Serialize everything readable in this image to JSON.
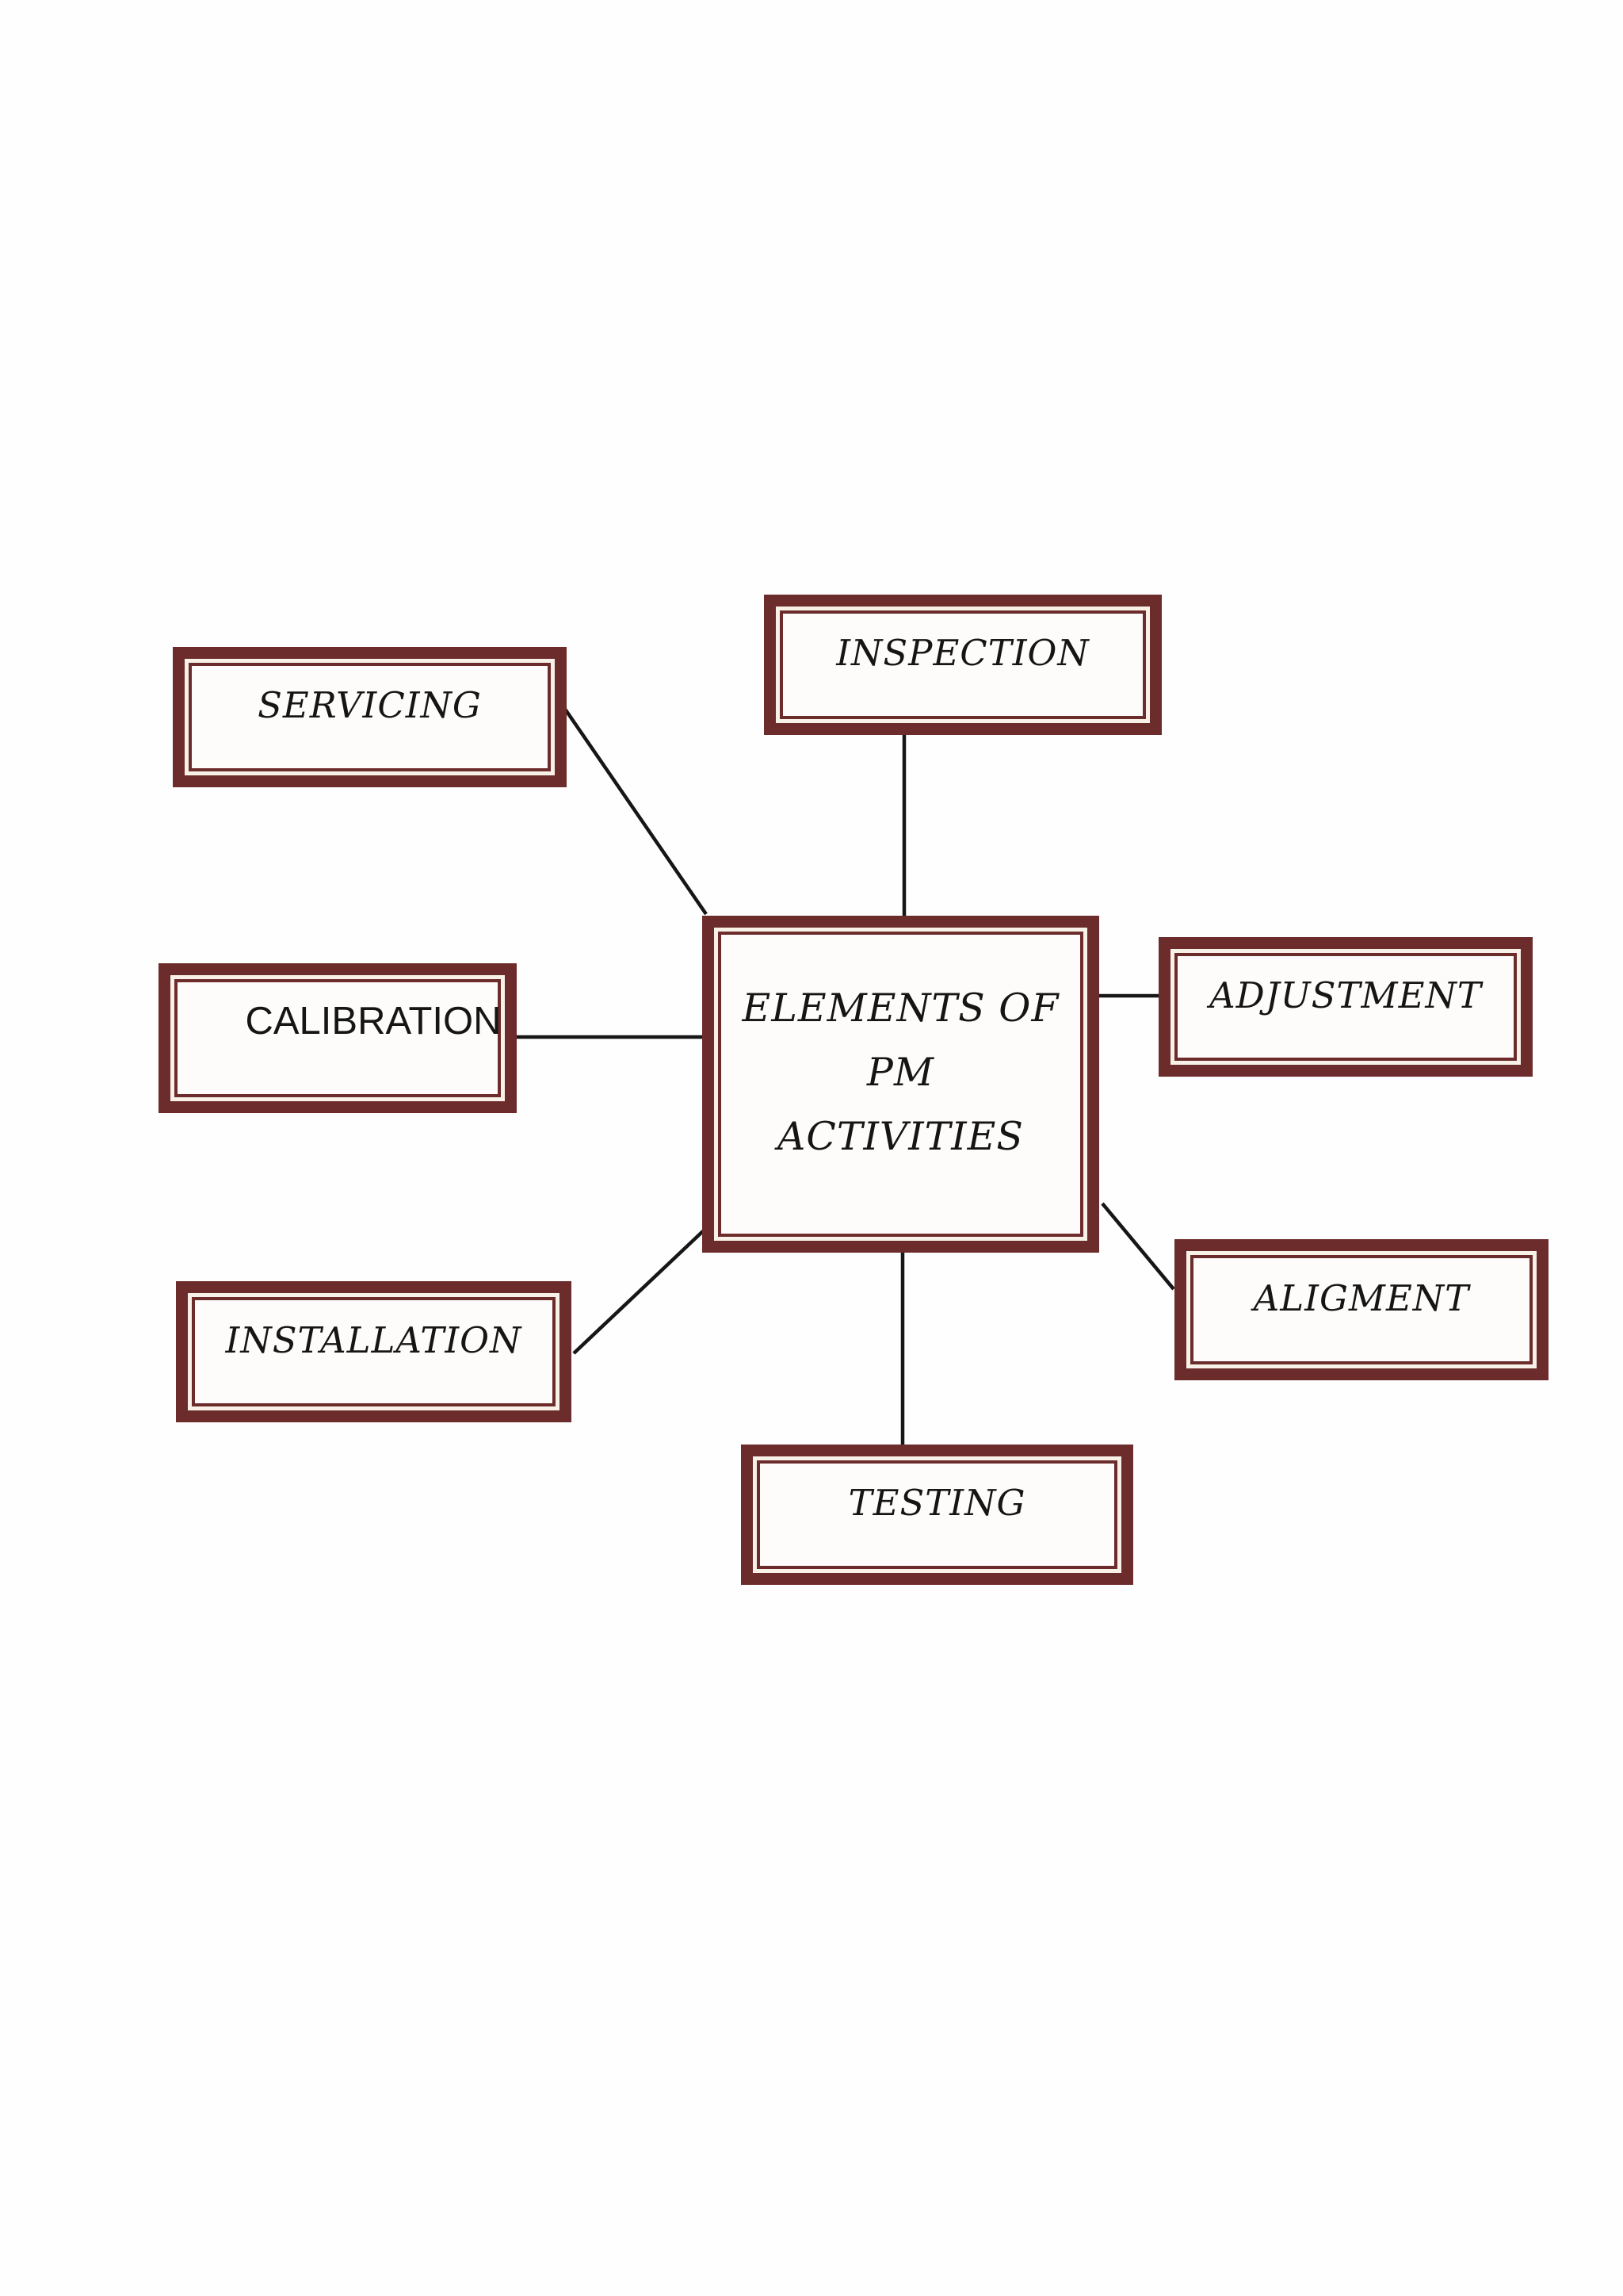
{
  "palette": {
    "box_border": "#6d2c2c",
    "box_border_gap": "#f8f1e7",
    "box_fill": "#fdfcfa",
    "connector_line": "#161616",
    "text": "#151515",
    "page_background": "#fefefe"
  },
  "diagram": {
    "type": "radial-concept-map",
    "center_node": {
      "id": "elements-of-pm-activities",
      "lines": [
        "ELEMENTS OF PM",
        "ACTIVITIES"
      ]
    },
    "nodes": [
      {
        "id": "inspection",
        "label": "INSPECTION",
        "position": "top",
        "connected_to": "center"
      },
      {
        "id": "servicing",
        "label": "SERVICING",
        "position": "upper-left",
        "connected_to": "center"
      },
      {
        "id": "calibration",
        "label": "CALIBRATION",
        "position": "left",
        "connected_to": "center"
      },
      {
        "id": "adjustment",
        "label": "ADJUSTMENT",
        "position": "right",
        "connected_to": "center"
      },
      {
        "id": "installation",
        "label": "INSTALLATION",
        "position": "lower-left",
        "connected_to": "center"
      },
      {
        "id": "aligment",
        "label": "ALIGMENT",
        "position": "lower-right",
        "connected_to": "center"
      },
      {
        "id": "testing",
        "label": "TESTING",
        "position": "bottom",
        "connected_to": "center"
      }
    ]
  }
}
